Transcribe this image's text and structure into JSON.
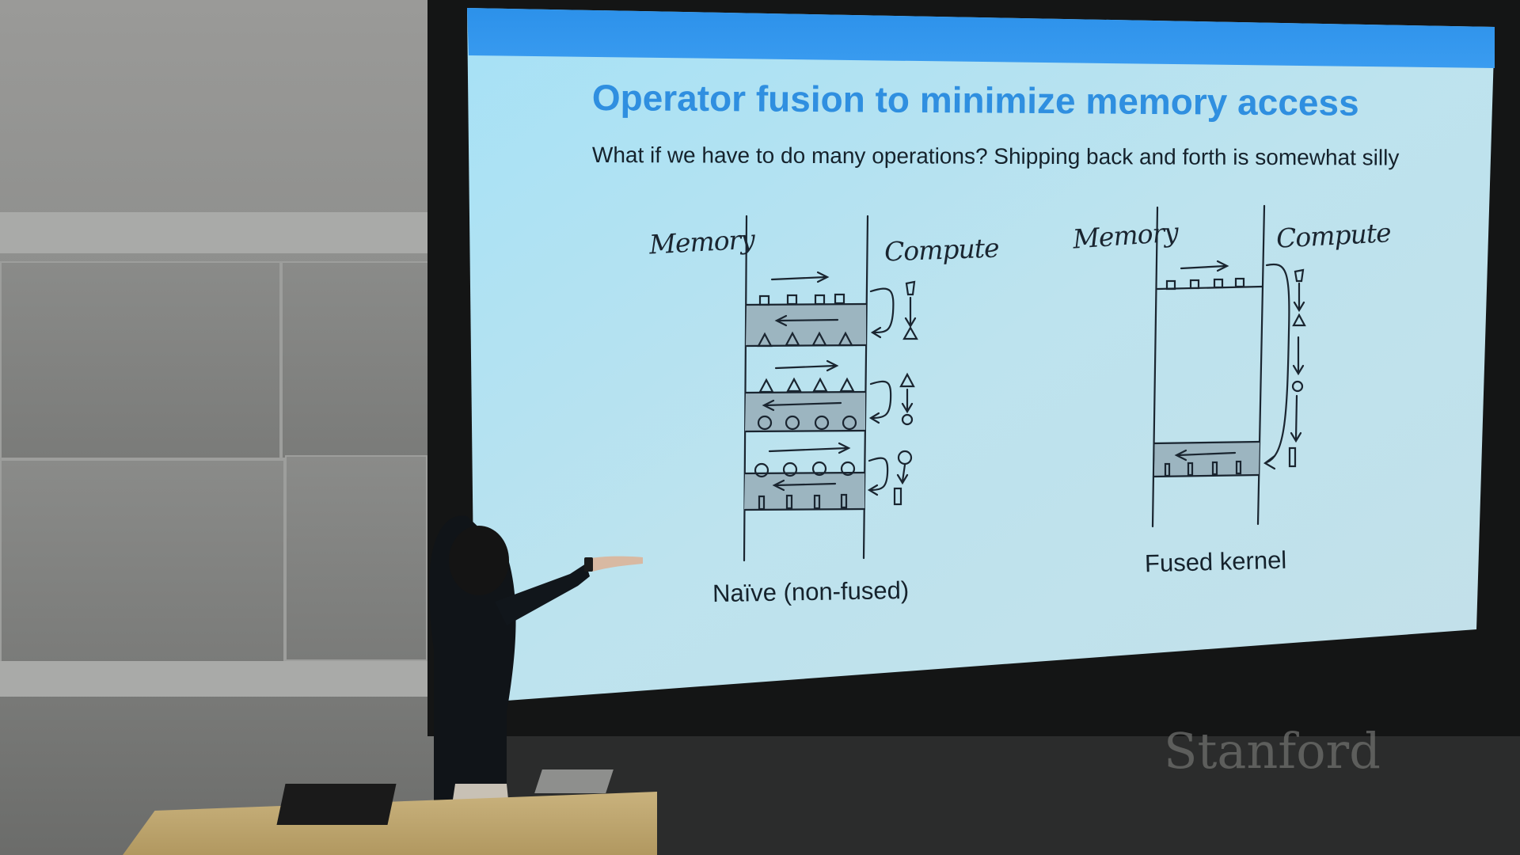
{
  "slide": {
    "title": "Operator fusion to minimize memory access",
    "subtitle": "What if we have to do many operations? Shipping back and forth is somewhat silly",
    "background_color": "#b9e1ef",
    "header_bar_color": "#2f93ea",
    "title_color": "#2f8fe0"
  },
  "naive_diagram": {
    "memory_label": "Memory",
    "compute_label": "Compute",
    "caption": "Naïve (non-fused)"
  },
  "fused_diagram": {
    "memory_label": "Memory",
    "compute_label": "Compute",
    "caption": "Fused kernel"
  },
  "watermark": {
    "text": "Stanford"
  }
}
